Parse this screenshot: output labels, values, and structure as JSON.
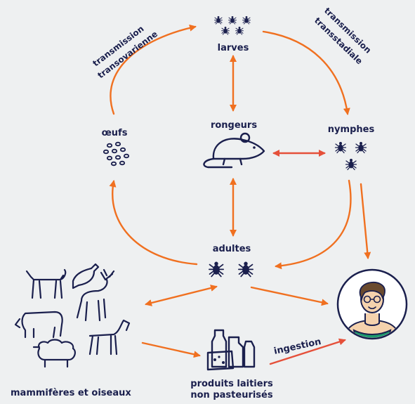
{
  "colors": {
    "background": "#eef0f1",
    "arrow_orange": "#f07020",
    "arrow_red": "#e5503a",
    "ink": "#1a1f4d",
    "human_apron": "#1b9a6d",
    "human_skin": "#f5d2ad",
    "human_hair": "#6a4a2e"
  },
  "nodes": {
    "larvae": {
      "label": "larves",
      "icon": "three-small-ticks-icon"
    },
    "rodents": {
      "label": "rongeurs",
      "icon": "mouse-icon"
    },
    "nymphs": {
      "label": "nymphes",
      "icon": "tick-cluster-icon"
    },
    "eggs": {
      "label": "œufs",
      "icon": "eggs-cluster-icon"
    },
    "adults": {
      "label": "adultes",
      "icon": "two-ticks-icon"
    },
    "animals": {
      "label": "mammifères et oiseaux",
      "icon": "farm-and-wild-animals-icon"
    },
    "dairy": {
      "label_line1": "produits laitiers",
      "label_line2": "non pasteurisés",
      "icon": "dairy-products-icon"
    },
    "human": {
      "icon": "human-avatar-icon"
    }
  },
  "edges": {
    "transovarian": {
      "line1": "transmission",
      "line2": "transovarienne"
    },
    "transstadial": {
      "line1": "transmission",
      "line2": "transstadiale"
    },
    "ingestion": {
      "label": "ingestion"
    }
  }
}
